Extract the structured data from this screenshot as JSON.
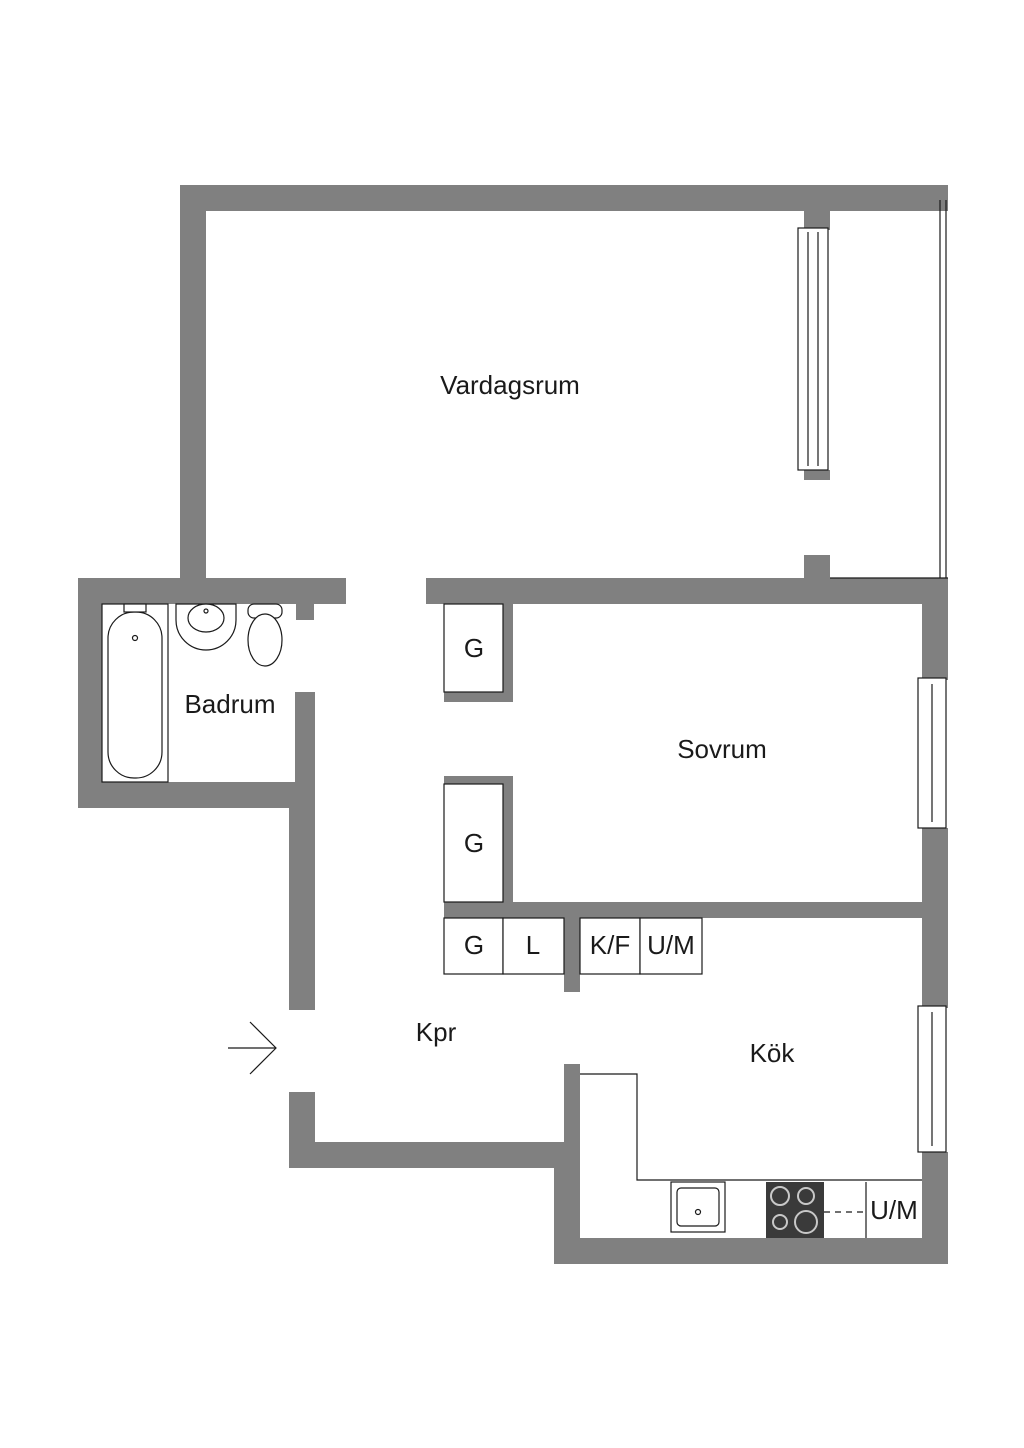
{
  "rooms": {
    "living": "Vardagsrum",
    "bath": "Badrum",
    "bedroom": "Sovrum",
    "hall": "Kpr",
    "kitchen": "Kök"
  },
  "storage": {
    "wardrobe_1": "G",
    "wardrobe_2": "G",
    "wardrobe_3": "G",
    "linen": "L",
    "fridge_freezer": "K/F",
    "oven_micro_hall": "U/M",
    "oven_micro_kitchen": "U/M"
  },
  "colors": {
    "wall": "#808080",
    "line": "#1a1a1a",
    "stove": "#3a3a3a"
  }
}
